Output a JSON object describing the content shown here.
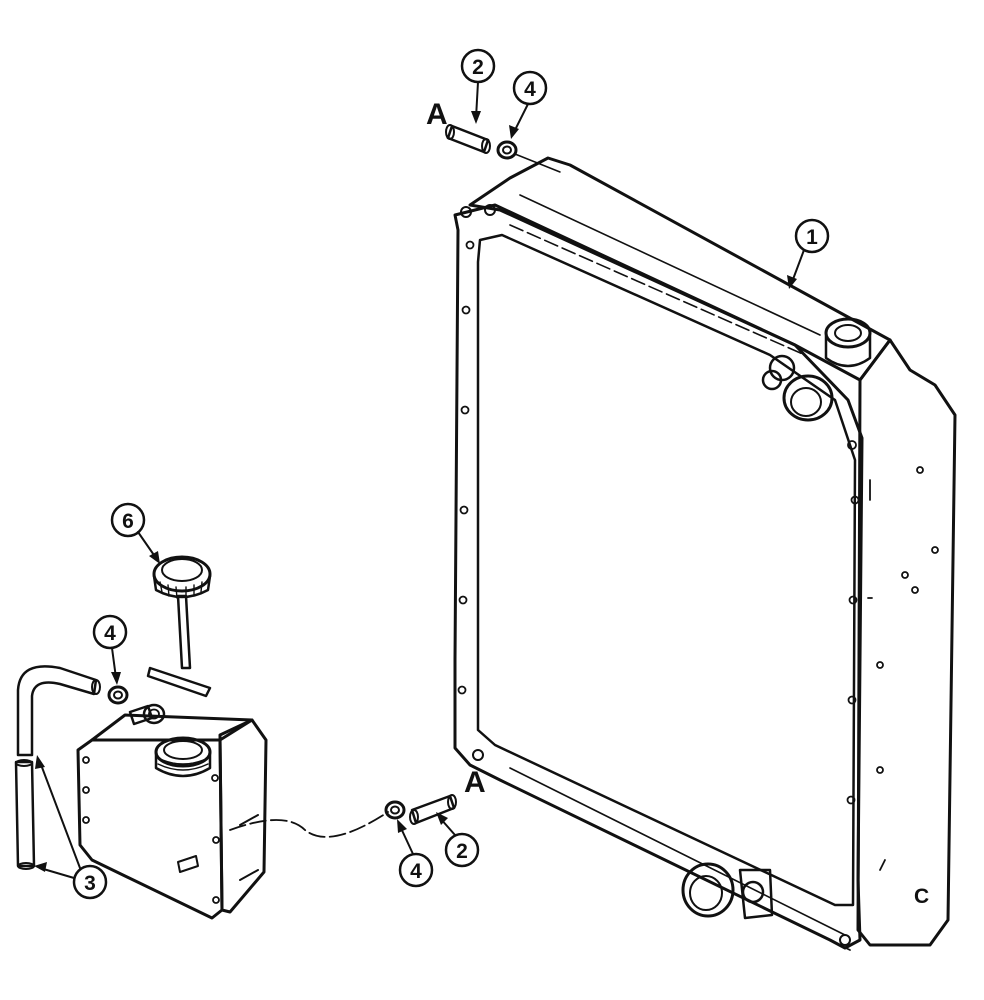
{
  "colors": {
    "ink": "#111111",
    "paper": "#ffffff"
  },
  "references": {
    "top": "A",
    "bottom": "A"
  },
  "callouts": {
    "radiator": "1",
    "hose_top": "2",
    "hose_bottom": "2",
    "hose_overflow": "3",
    "clamp_top": "4",
    "clamp_bottom": "4",
    "clamp_tank": "4",
    "cap": "6"
  },
  "hose_overflow_label": "3",
  "radiator_side_text": "C"
}
